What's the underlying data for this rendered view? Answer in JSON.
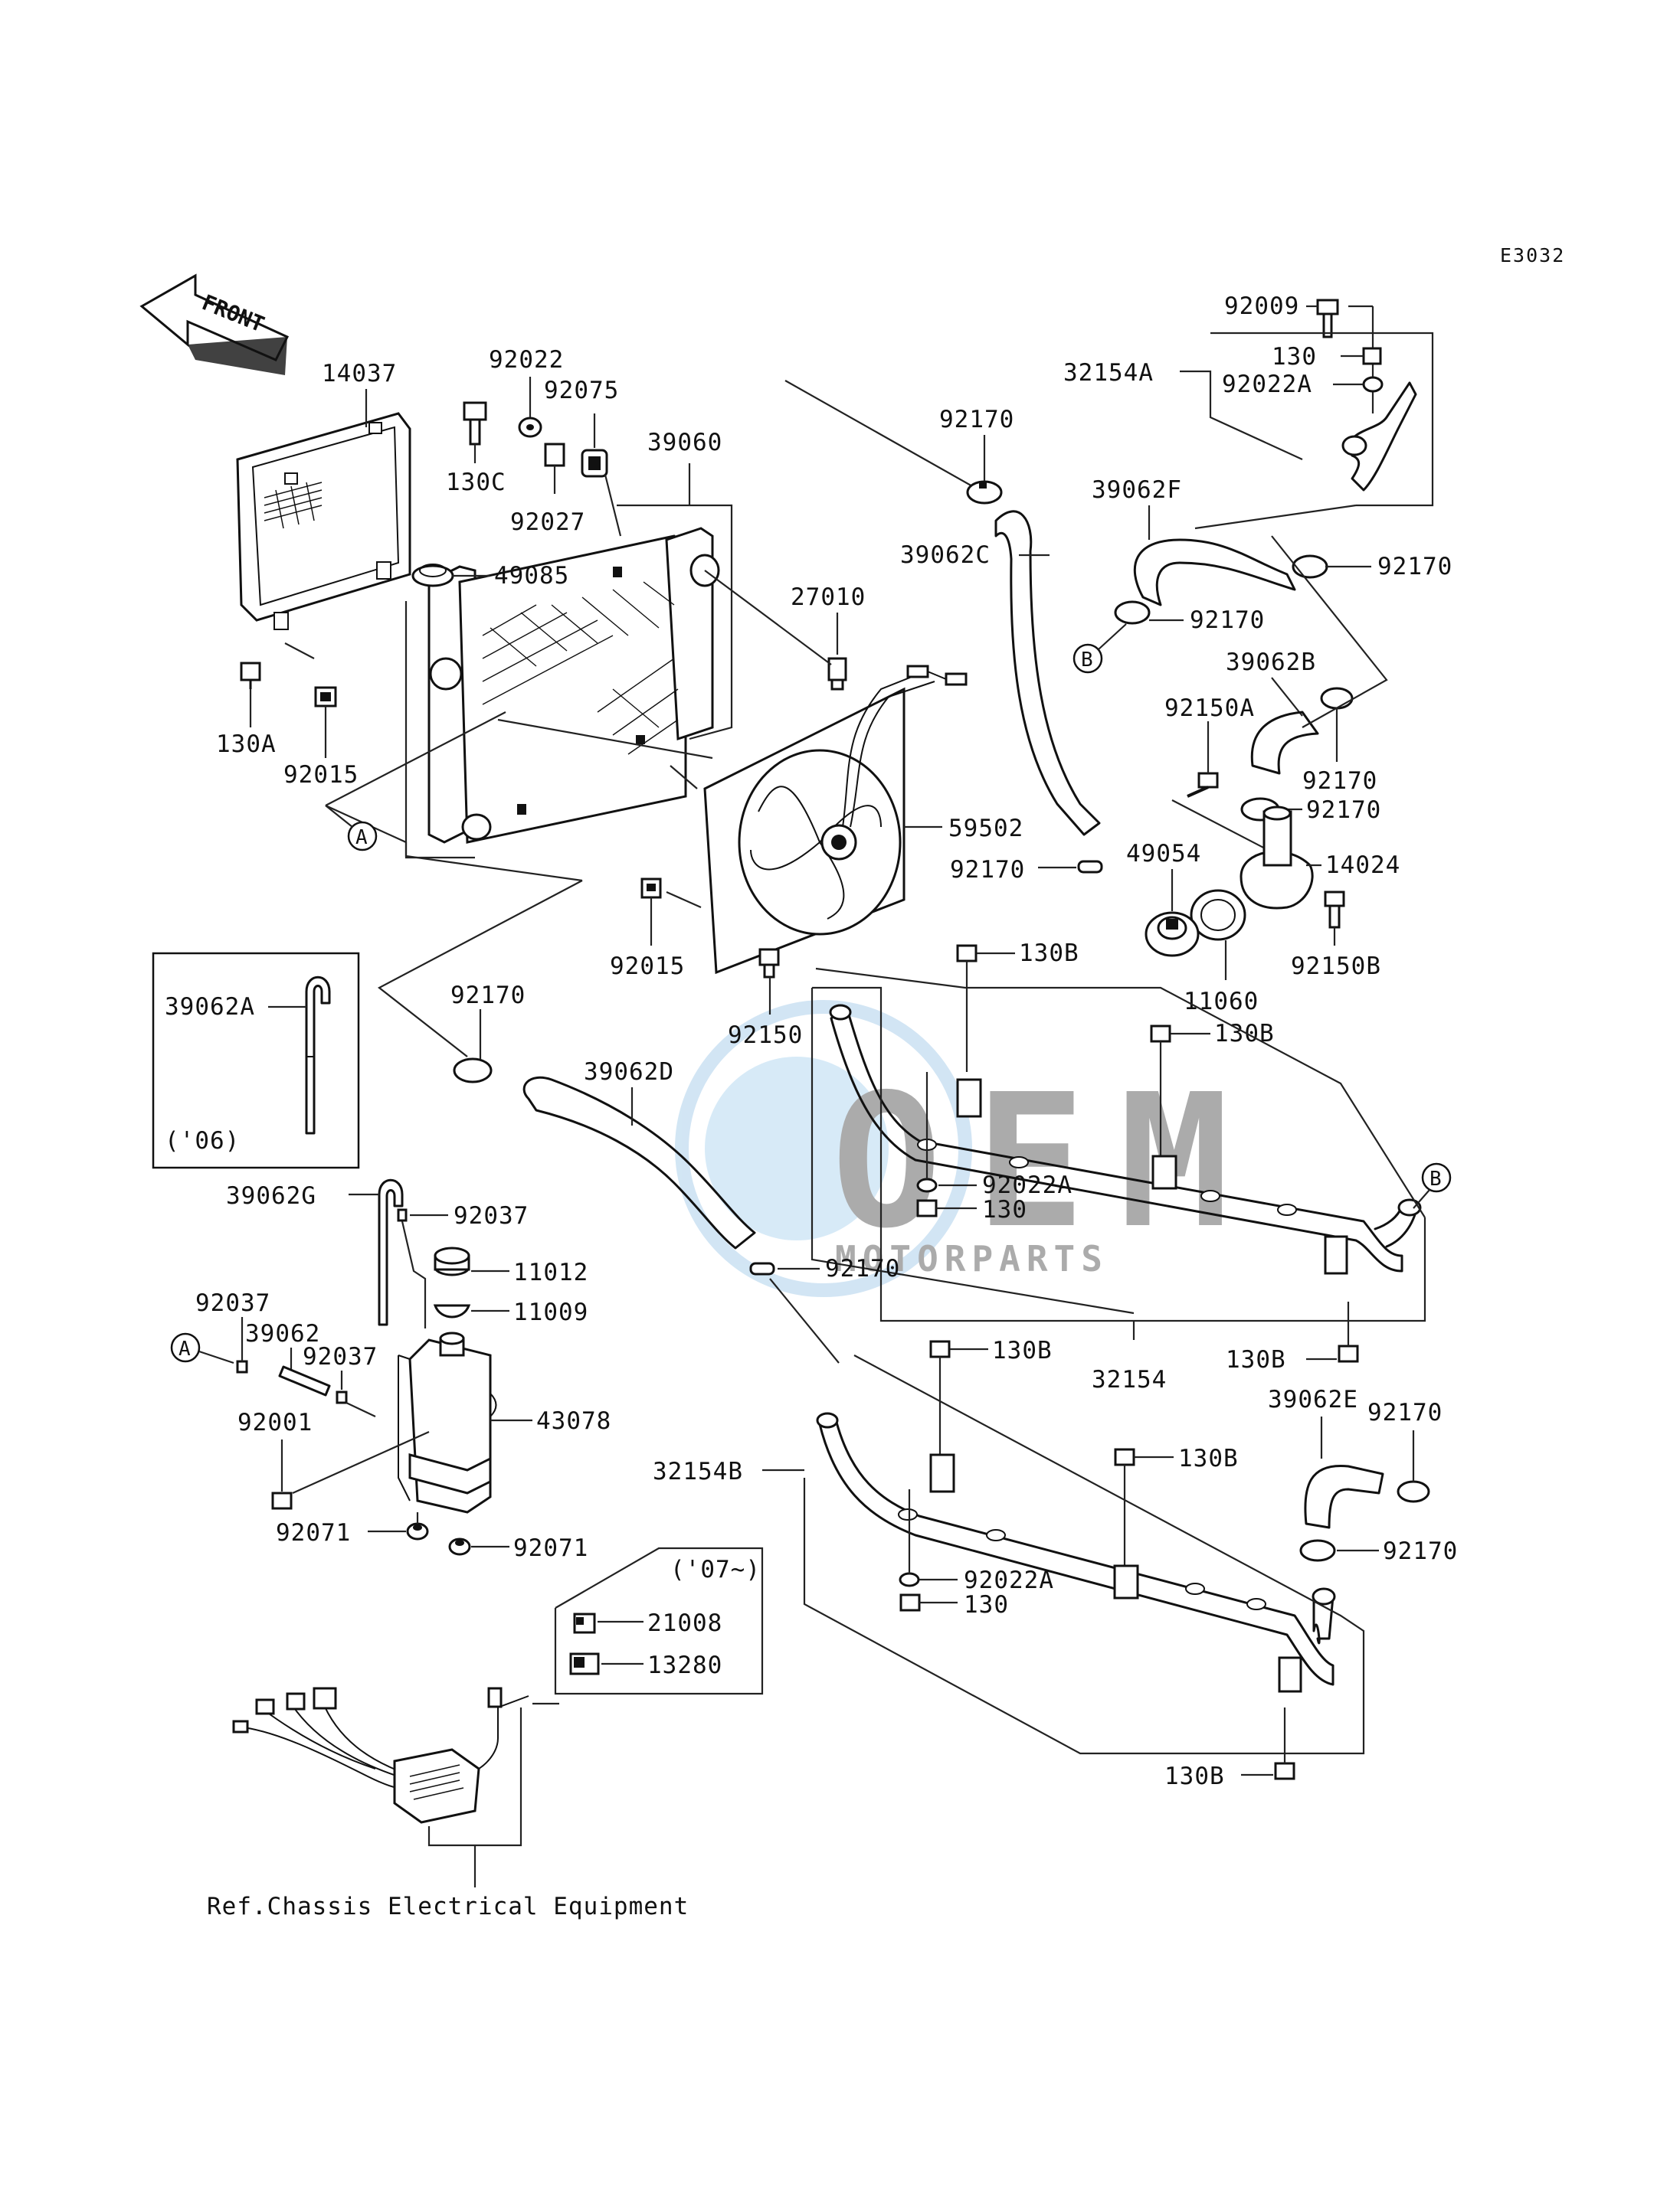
{
  "diagram_code": "E3032",
  "front_label": "FRONT",
  "year_labels": {
    "y06": "('06)",
    "y07": "('07~)"
  },
  "reference": "Ref.Chassis Electrical Equipment",
  "watermark": {
    "logo": "OEM",
    "sub": "MOTORPARTS"
  },
  "callouts": {
    "A": "A",
    "B": "B"
  },
  "parts": {
    "p14037": "14037",
    "p92022": "92022",
    "p92075": "92075",
    "p130C": "130C",
    "p92027": "92027",
    "p39060": "39060",
    "p49085": "49085",
    "p130A": "130A",
    "p92015a": "92015",
    "p27010": "27010",
    "p59502": "59502",
    "p92015b": "92015",
    "p92150": "92150",
    "p92170_top": "92170",
    "p39062C": "39062C",
    "p92170_fan": "92170",
    "p92009": "92009",
    "p130_top": "130",
    "p32154A": "32154A",
    "p92022A_top": "92022A",
    "p39062F": "39062F",
    "p92170_r1": "92170",
    "p92170_r2": "92170",
    "p39062B": "39062B",
    "p92150A": "92150A",
    "p92170_r3": "92170",
    "p92170_r4": "92170",
    "p49054": "49054",
    "p14024": "14024",
    "p92150B": "92150B",
    "p11060": "11060",
    "p130B_1": "130B",
    "p130B_2": "130B",
    "p39062A": "39062A",
    "p92170_l": "92170",
    "p39062D": "39062D",
    "p92022A_mid": "92022A",
    "p130_mid": "130",
    "p92170_mid": "92170",
    "p32154": "32154",
    "p130B_3": "130B",
    "p39062G": "39062G",
    "p92037_1": "92037",
    "p11012": "11012",
    "p11009": "11009",
    "p92037_2": "92037",
    "p39062": "39062",
    "p92037_3": "92037",
    "p43078": "43078",
    "p92001": "92001",
    "p92071_1": "92071",
    "p92071_2": "92071",
    "p130B_4": "130B",
    "p39062E": "39062E",
    "p92170_e1": "92170",
    "p32154B": "32154B",
    "p130B_5": "130B",
    "p92170_e2": "92170",
    "p92022A_low": "92022A",
    "p130_low": "130",
    "p21008": "21008",
    "p13280": "13280",
    "p130B_6": "130B"
  }
}
